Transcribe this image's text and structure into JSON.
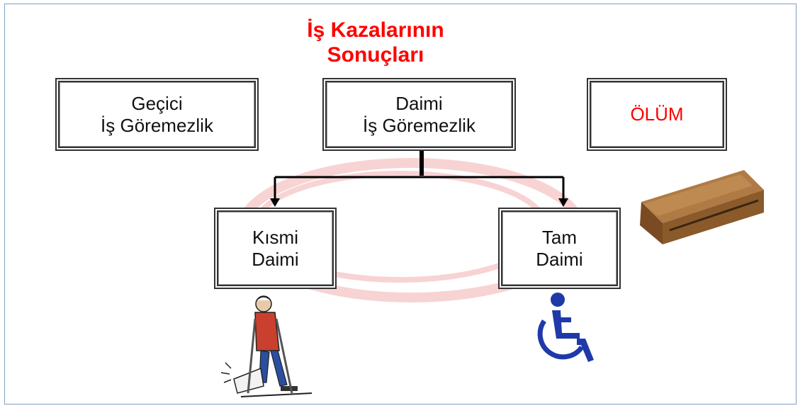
{
  "diagram": {
    "title_line1": "İş Kazalarının",
    "title_line2": "Sonuçları",
    "boxes": {
      "gecici": {
        "line1": "Geçici",
        "line2": "İş Göremezlik"
      },
      "daimi": {
        "line1": "Daimi",
        "line2": "İş Göremezlik"
      },
      "olum": {
        "line1": "ÖLÜM"
      },
      "kismi": {
        "line1": "Kısmi",
        "line2": "Daimi"
      },
      "tam": {
        "line1": "Tam",
        "line2": "Daimi"
      }
    }
  },
  "colors": {
    "title": "#ff0000",
    "olum_text": "#ff0000",
    "box_border": "#333333",
    "connector": "#000000",
    "wheelchair": "#1f3aa8",
    "coffin": "#8a5a2b",
    "frame": "#7f9fc6"
  },
  "icons": [
    "wheelchair-icon",
    "coffin-icon",
    "crutches-person-icon"
  ]
}
